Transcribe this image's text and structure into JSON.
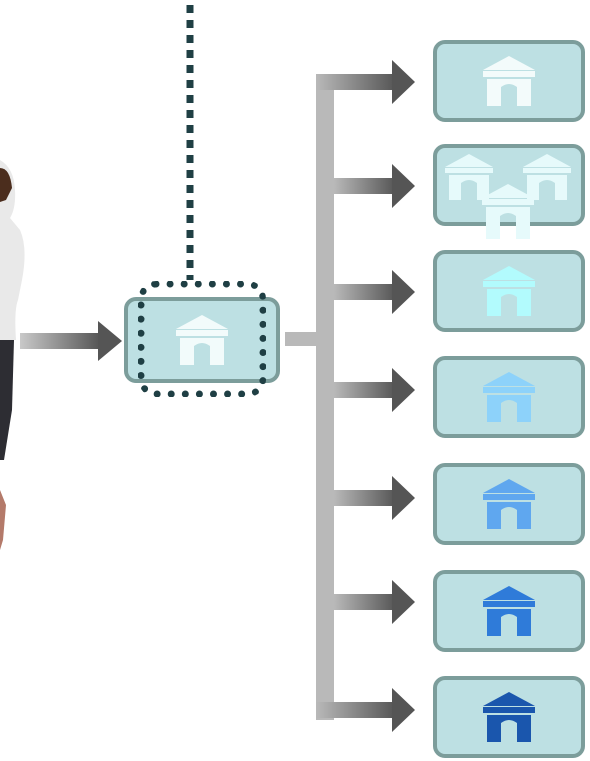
{
  "diagram": {
    "central_node": {
      "icon": "bank-icon",
      "color": "#f2fbfb",
      "highlight_border": "dotted"
    },
    "branches": [
      {
        "icon": "bank-icon",
        "count": 1,
        "color": "#f3fbfb"
      },
      {
        "icon": "bank-cluster-icon",
        "count": 3,
        "color": "#e6fafb"
      },
      {
        "icon": "bank-icon",
        "count": 1,
        "color": "#b2fbfd"
      },
      {
        "icon": "bank-icon",
        "count": 1,
        "color": "#8dd2fa"
      },
      {
        "icon": "bank-icon",
        "count": 1,
        "color": "#5fa7ef"
      },
      {
        "icon": "bank-icon",
        "count": 1,
        "color": "#2f7bd9"
      },
      {
        "icon": "bank-icon",
        "count": 1,
        "color": "#1a56ad"
      }
    ],
    "colors": {
      "tile_fill": "#bde0e3",
      "tile_border": "#7c9d9b",
      "connector": "#b9b9b9",
      "arrow_head": "#555555",
      "dotted_line": "#1f3f44"
    },
    "person": {
      "icon": "person-icon"
    }
  }
}
